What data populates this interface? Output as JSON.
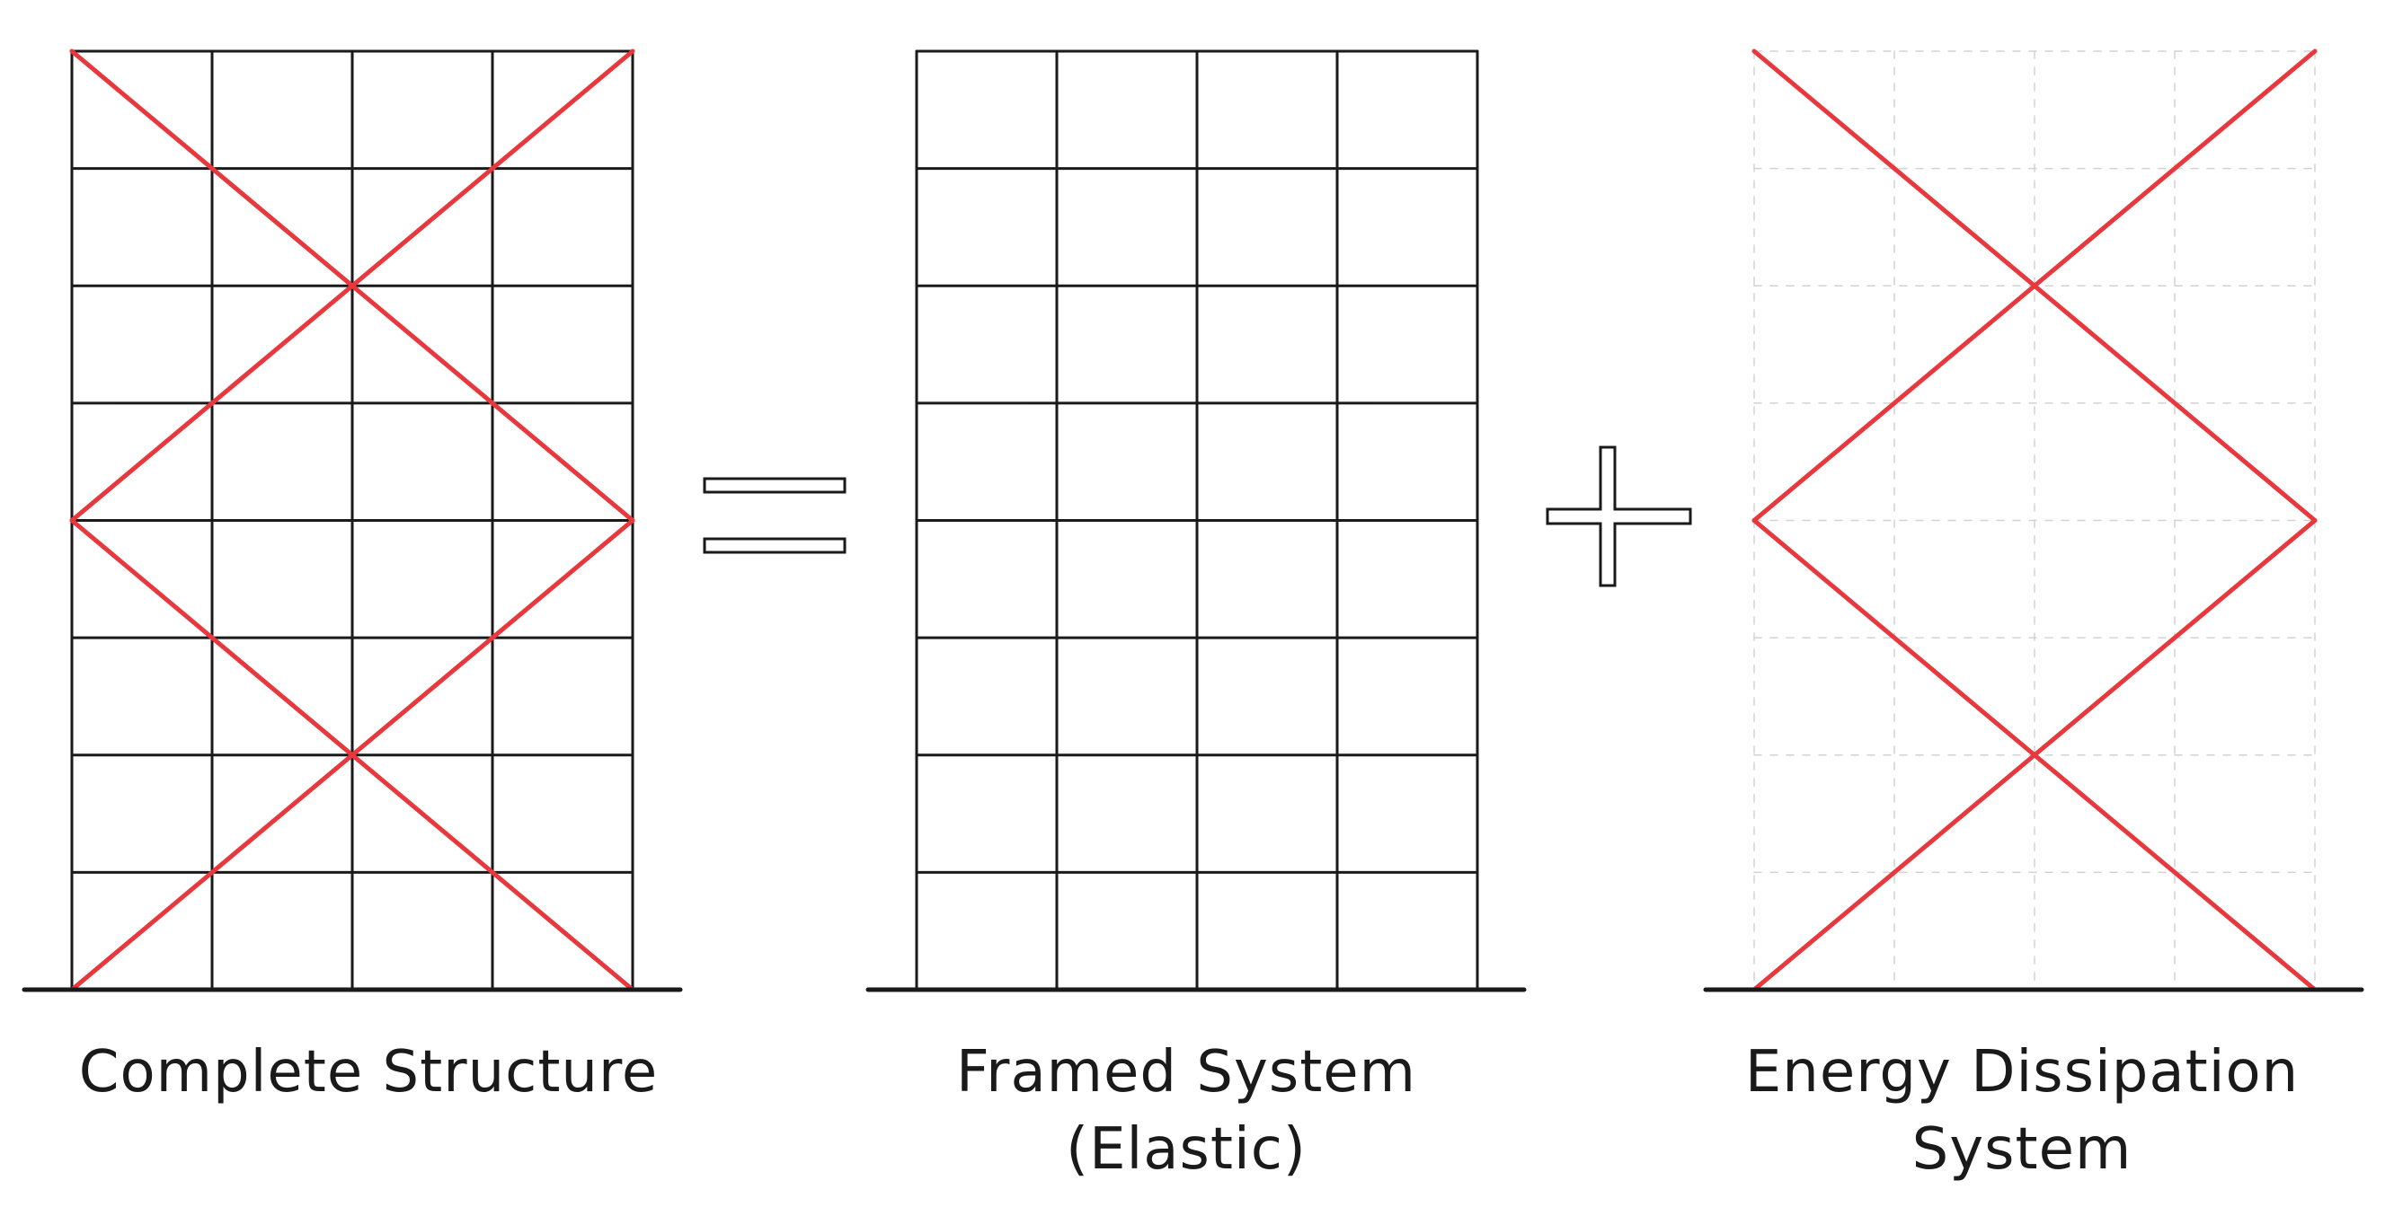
{
  "diagram": {
    "colors": {
      "frame": "#1a1a1a",
      "brace": "#e8383d",
      "ghost_grid": "#d2d2d2",
      "background": "#ffffff"
    },
    "grid": {
      "bays": 4,
      "stories": 8
    },
    "operators": [
      "equals-sign",
      "plus-sign"
    ],
    "panels": [
      {
        "id": "complete",
        "shows_frame": true,
        "shows_braces": true,
        "caption_lines": [
          "Complete Structure"
        ]
      },
      {
        "id": "framed",
        "shows_frame": true,
        "shows_braces": false,
        "caption_lines": [
          "Framed System",
          "(Elastic)"
        ]
      },
      {
        "id": "energy",
        "shows_frame": false,
        "shows_braces": true,
        "caption_lines": [
          "Energy Dissipation",
          "System"
        ]
      }
    ]
  }
}
